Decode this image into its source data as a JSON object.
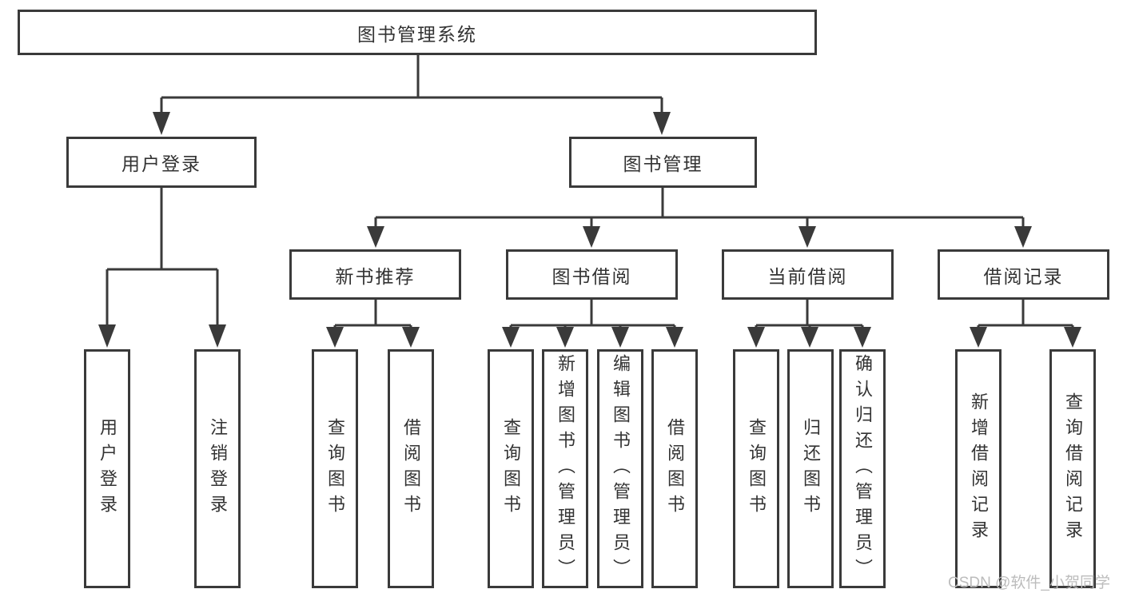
{
  "diagram": {
    "root": "图书管理系统",
    "level2": [
      "用户登录",
      "图书管理"
    ],
    "level3": [
      "新书推荐",
      "图书借阅",
      "当前借阅",
      "借阅记录"
    ],
    "leaves": [
      [
        "用户登录",
        "注销登录"
      ],
      [
        "查询图书",
        "借阅图书"
      ],
      [
        "查询图书",
        "新增图书（管理员）",
        "编辑图书（管理员）",
        "借阅图书"
      ],
      [
        "查询图书",
        "归还图书",
        "确认归还（管理员）"
      ],
      [
        "新增借阅记录",
        "查询借阅记录"
      ]
    ]
  },
  "watermark": "CSDN @软件_小贺同学",
  "colors": {
    "line": "#3a3a3a",
    "text": "#333333",
    "watermark": "#bcbcbc",
    "background": "#ffffff"
  }
}
